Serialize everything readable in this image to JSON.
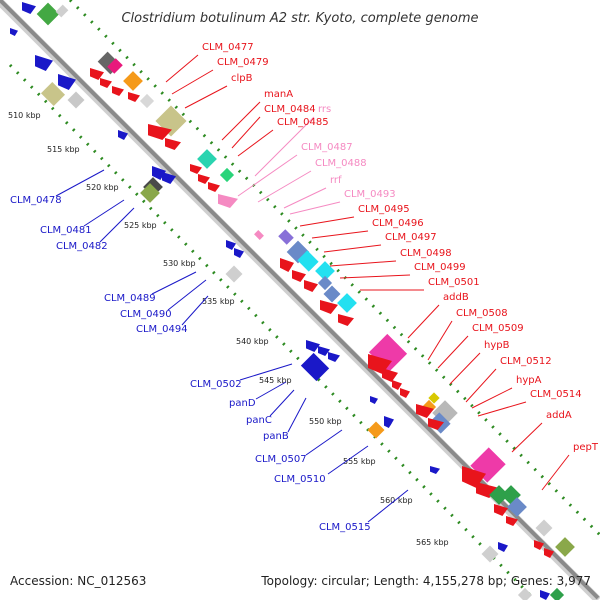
{
  "title": "Clostridium botulinum A2 str. Kyoto, complete genome",
  "footer": {
    "accession": "Accession: NC_012563",
    "topology": "Topology: circular; Length: 4,155,278 bp; Genes: 3,977"
  },
  "colors": {
    "forward_label": "#e8141c",
    "reverse_label": "#1a18c8",
    "rna_label": "#f58ac2",
    "backbone": "#8a8a8a",
    "ticks": "#2e8b22"
  },
  "kbp_ticks": [
    "510 kbp",
    "515 kbp",
    "520 kbp",
    "525 kbp",
    "530 kbp",
    "535 kbp",
    "540 kbp",
    "545 kbp",
    "550 kbp",
    "555 kbp",
    "560 kbp",
    "565 kbp"
  ],
  "labels_forward": [
    "CLM_0477",
    "CLM_0479",
    "clpB",
    "manA",
    "CLM_0484",
    "CLM_0485",
    "CLM_0495",
    "CLM_0496",
    "CLM_0497",
    "CLM_0498",
    "CLM_0499",
    "CLM_0501",
    "addB",
    "CLM_0508",
    "CLM_0509",
    "hypB",
    "CLM_0512",
    "hypA",
    "CLM_0514",
    "addA",
    "pepT"
  ],
  "labels_rna": [
    "rrs",
    "CLM_0487",
    "CLM_0488",
    "rrf",
    "CLM_0493"
  ],
  "labels_reverse": [
    "CLM_0478",
    "CLM_0481",
    "CLM_0482",
    "CLM_0489",
    "CLM_0490",
    "CLM_0494",
    "CLM_0502",
    "panD",
    "panC",
    "panB",
    "CLM_0507",
    "CLM_0510",
    "CLM_0515"
  ]
}
